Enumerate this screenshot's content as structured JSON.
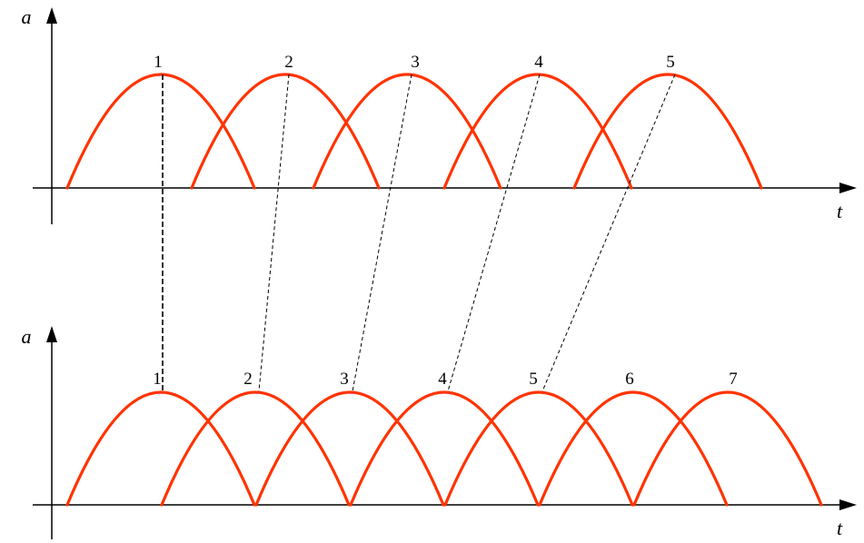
{
  "colors": {
    "pulse": "#ff3300",
    "axis": "#000000",
    "guide": "#000000"
  },
  "top_panel": {
    "y_axis_label": "a",
    "x_axis_label": "t",
    "peaks": [
      {
        "label": "1"
      },
      {
        "label": "2"
      },
      {
        "label": "3"
      },
      {
        "label": "4"
      },
      {
        "label": "5"
      }
    ]
  },
  "bottom_panel": {
    "y_axis_label": "a",
    "x_axis_label": "t",
    "peaks": [
      {
        "label": "1"
      },
      {
        "label": "2"
      },
      {
        "label": "3"
      },
      {
        "label": "4"
      },
      {
        "label": "5"
      },
      {
        "label": "6"
      },
      {
        "label": "7"
      }
    ]
  }
}
